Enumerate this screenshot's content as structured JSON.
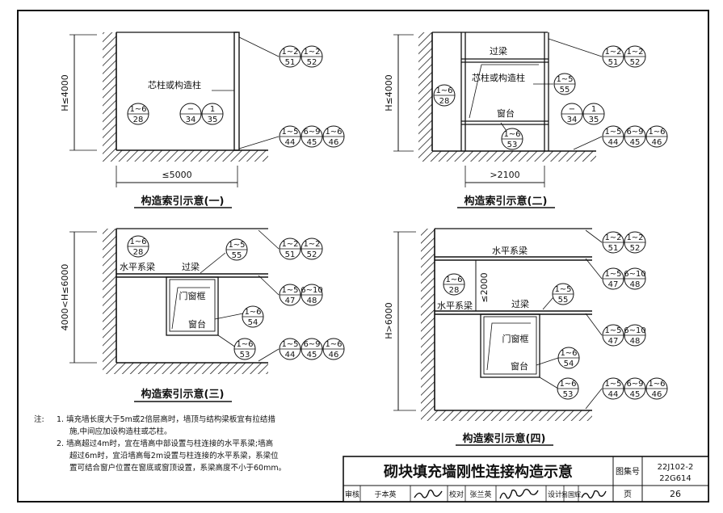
{
  "diagram1": {
    "caption": "构造索引示意(一)",
    "height_dim": "H≤4000",
    "width_dim": "≤5000",
    "core_label": "芯柱或构造柱",
    "idx_a": {
      "top": "1~6",
      "bot": "28"
    },
    "idx_b": {
      "top": "−",
      "bot": "34"
    },
    "idx_c": {
      "top": "1",
      "bot": "35"
    },
    "top_refs": [
      {
        "top": "1~2",
        "bot": "51"
      },
      {
        "top": "1~2",
        "bot": "52"
      }
    ],
    "bot_refs": [
      {
        "top": "1~5",
        "bot": "44"
      },
      {
        "top": "6~9",
        "bot": "45"
      },
      {
        "top": "1~6",
        "bot": "46"
      }
    ]
  },
  "diagram2": {
    "caption": "构造索引示意(二)",
    "height_dim": "H≤4000",
    "width_dim": ">2100",
    "lintel": "过梁",
    "core_label": "芯柱或构造柱",
    "sill": "窗台",
    "idx_a": {
      "top": "1~6",
      "bot": "28"
    },
    "idx_b": {
      "top": "1~5",
      "bot": "55"
    },
    "idx_c": {
      "top": "−",
      "bot": "34"
    },
    "idx_d": {
      "top": "1",
      "bot": "35"
    },
    "idx_e": {
      "top": "1~6",
      "bot": "53"
    },
    "top_refs": [
      {
        "top": "1~2",
        "bot": "51"
      },
      {
        "top": "1~2",
        "bot": "52"
      }
    ],
    "bot_refs": [
      {
        "top": "1~5",
        "bot": "44"
      },
      {
        "top": "6~9",
        "bot": "45"
      },
      {
        "top": "1~6",
        "bot": "46"
      }
    ]
  },
  "diagram3": {
    "caption": "构造索引示意(三)",
    "height_dim": "4000<H≤6000",
    "beam": "水平系梁",
    "lintel": "过梁",
    "frame": "门窗框",
    "sill": "窗台",
    "idx_a": {
      "top": "1~6",
      "bot": "28"
    },
    "idx_b": {
      "top": "1~5",
      "bot": "55"
    },
    "idx_c": {
      "top": "1~6",
      "bot": "54"
    },
    "idx_d": {
      "top": "1~6",
      "bot": "53"
    },
    "top_refs": [
      {
        "top": "1~2",
        "bot": "51"
      },
      {
        "top": "1~2",
        "bot": "52"
      }
    ],
    "mid_refs": [
      {
        "top": "1~5",
        "bot": "47"
      },
      {
        "top": "6~10",
        "bot": "48"
      }
    ],
    "bot_refs": [
      {
        "top": "1~5",
        "bot": "44"
      },
      {
        "top": "6~9",
        "bot": "45"
      },
      {
        "top": "1~6",
        "bot": "46"
      }
    ]
  },
  "diagram4": {
    "caption": "构造索引示意(四)",
    "height_dim": "H>6000",
    "beam_top": "水平系梁",
    "spacing_dim": "≤2000",
    "beam": "水平系梁",
    "lintel": "过梁",
    "frame": "门窗框",
    "sill": "窗台",
    "idx_a": {
      "top": "1~6",
      "bot": "28"
    },
    "idx_b": {
      "top": "1~5",
      "bot": "55"
    },
    "idx_c": {
      "top": "1~6",
      "bot": "54"
    },
    "idx_d": {
      "top": "1~6",
      "bot": "53"
    },
    "top_refs": [
      {
        "top": "1~2",
        "bot": "51"
      },
      {
        "top": "1~2",
        "bot": "52"
      }
    ],
    "mid_refs": [
      {
        "top": "1~5",
        "bot": "47"
      },
      {
        "top": "6~10",
        "bot": "48"
      }
    ],
    "mid_refs2": [
      {
        "top": "1~5",
        "bot": "47"
      },
      {
        "top": "6~10",
        "bot": "48"
      }
    ],
    "bot_refs": [
      {
        "top": "1~5",
        "bot": "44"
      },
      {
        "top": "6~9",
        "bot": "45"
      },
      {
        "top": "1~6",
        "bot": "46"
      }
    ]
  },
  "notes": {
    "label": "注:",
    "n1a": "1.  填充墙长度大于5m或2倍层高时，墙顶与结构梁板宜有拉结措",
    "n1b": "施,中间应加设构造柱或芯柱。",
    "n2a": "2.  墙高超过4m时，宜在墙高中部设置与柱连接的水平系梁;墙高",
    "n2b": "超过6m时，宜沿墙高每2m设置与柱连接的水平系梁，系梁位",
    "n2c": "置可结合窗户位置在窗底或窗顶设置，系梁高度不小于60mm。"
  },
  "titleblock": {
    "title": "砌块填充墙刚性连接构造示意",
    "atlas_label": "图集号",
    "atlas_no1": "22J102-2",
    "atlas_no2": "22G614",
    "review_label": "审核",
    "review_name": "于本英",
    "check_label": "校对",
    "check_name": "张兰英",
    "design_label": "设计",
    "design_name": "易国辉",
    "page_label": "页",
    "page_no": "26"
  }
}
